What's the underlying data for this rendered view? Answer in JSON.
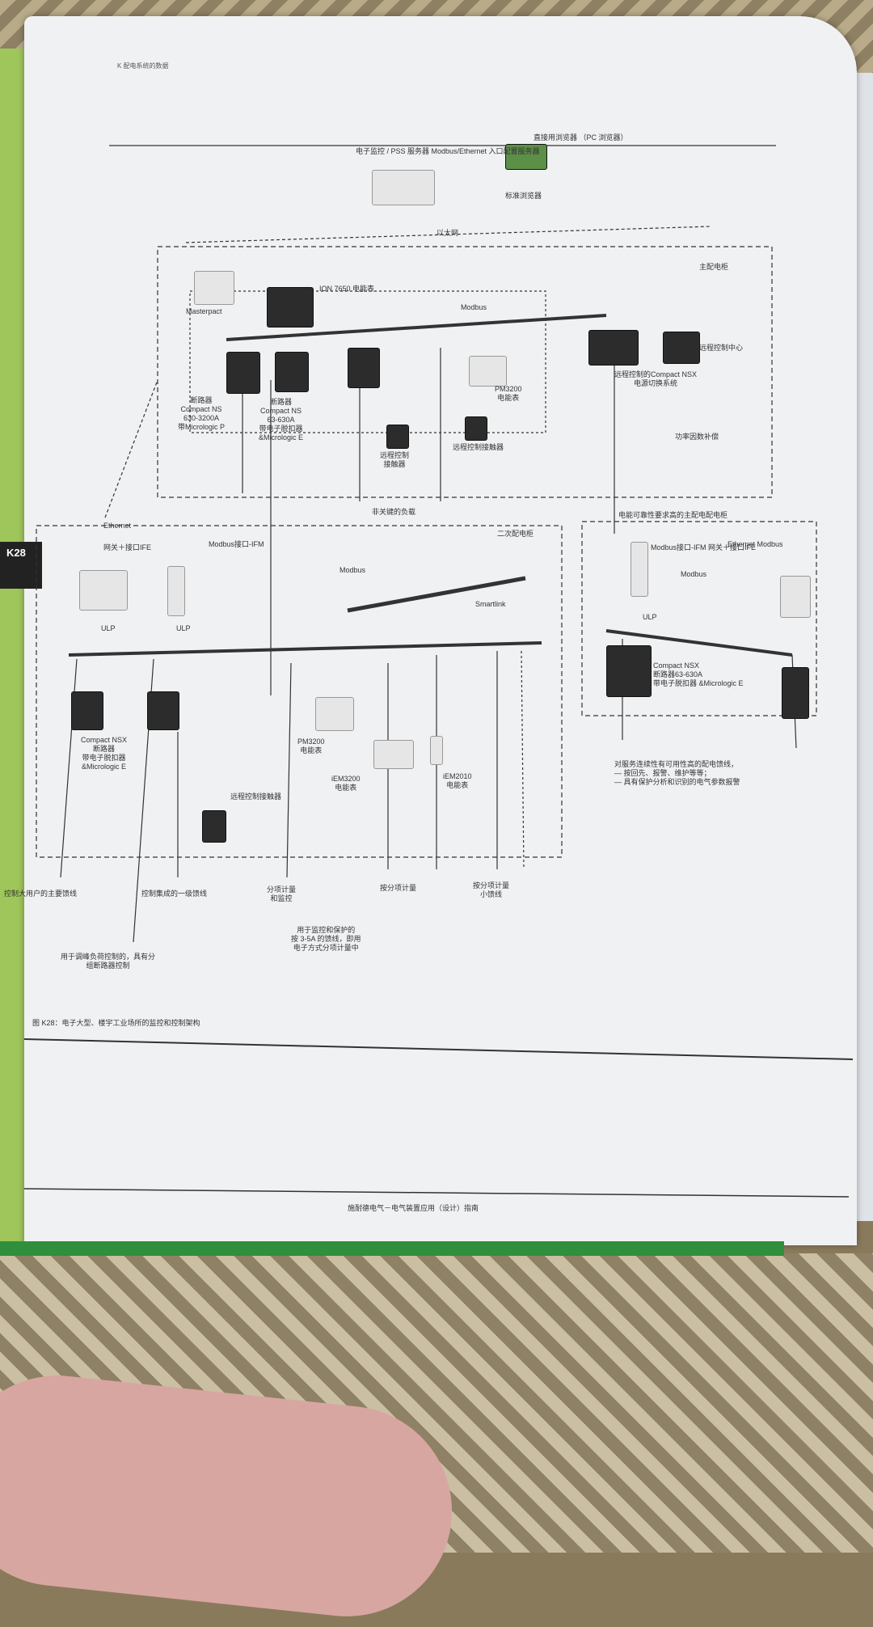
{
  "page": {
    "running_header": "K 配电系统的数据",
    "tab_label": "K28",
    "caption": "图 K28：电子大型、楼宇工业场所的监控和控制架构",
    "footer": "施耐德电气－电气装置应用（设计）指南"
  },
  "diagram": {
    "ethernet_top": "以太网",
    "top_monitor": "电子监控 / PSS 服务器\nModbus/Ethernet 入口配置服务器",
    "laptop": "直接用浏览器\n（PC 浏览器）",
    "browser_label": "标准浏览器",
    "meters": [
      "ION 7650\n电能表"
    ],
    "masterpact": "Masterpact",
    "modbus": "Modbus",
    "ethernet": "Ethernet",
    "remote_center": "远程控制中心",
    "switchboard_label": "主配电柜",
    "breaker1": "断路器\nCompact NS\n630-3200A\n带Micrologic P",
    "breaker2": "断路器\nCompact NS\n63-630A\n带电子脱扣器\n&Micrologic E",
    "remote_ctrl": "远程控制的Compact NSX\n电源切换系统",
    "pm3200_1": "PM3200\n电能表",
    "aux1": "远程控制\n接触器",
    "aux2": "远程控制接触器",
    "cap_label": "功率因数补偿",
    "loads_label": "非关键的负载",
    "sub_ethernet": "网关＋接口IFE",
    "modbus_ifm": "Modbus接口-IFM",
    "modbus2": "Modbus",
    "ulp1": "ULP",
    "ulp2": "ULP",
    "smartlink": "Smartlink",
    "sub_label": "二次配电柜",
    "right_box": "电能可靠性要求高的主配电配电柜",
    "right_ifm": "Modbus接口-IFM 网关＋接口IFE",
    "right_modbus": "Modbus",
    "right_eth": "Ethernet Modbus",
    "right_ulp": "ULP",
    "right_breaker": "Compact NSX\n断路器63-630A\n带电子脱扣器 &Micrologic E",
    "compact_nsx": "Compact NSX\n断路器\n带电子脱扣器\n&Micrologic E",
    "aux3": "远程控制接触器",
    "pm3200_2": "PM3200\n电能表",
    "iem3200": "iEM3200\n电能表",
    "iem2010": "iEM2010\n电能表",
    "right_notes": "对服务连续性有可用性高的配电馈线，\n— 按回先、报警、维护等等；\n— 具有保护分析和识别的电气参数报警",
    "out1": "控制大用户的主要馈线",
    "out2": "控制集成的一级馈线",
    "out3": "分项计量\n和监控",
    "out4": "按分项计量",
    "out5": "按分项计量\n小馈线",
    "out6": "用于调峰负荷控制的，具有分\n组断路器控制",
    "out_group": "用于监控和保护的\n按 3-5A 的馈线，即用\n电子方式分项计量中"
  }
}
